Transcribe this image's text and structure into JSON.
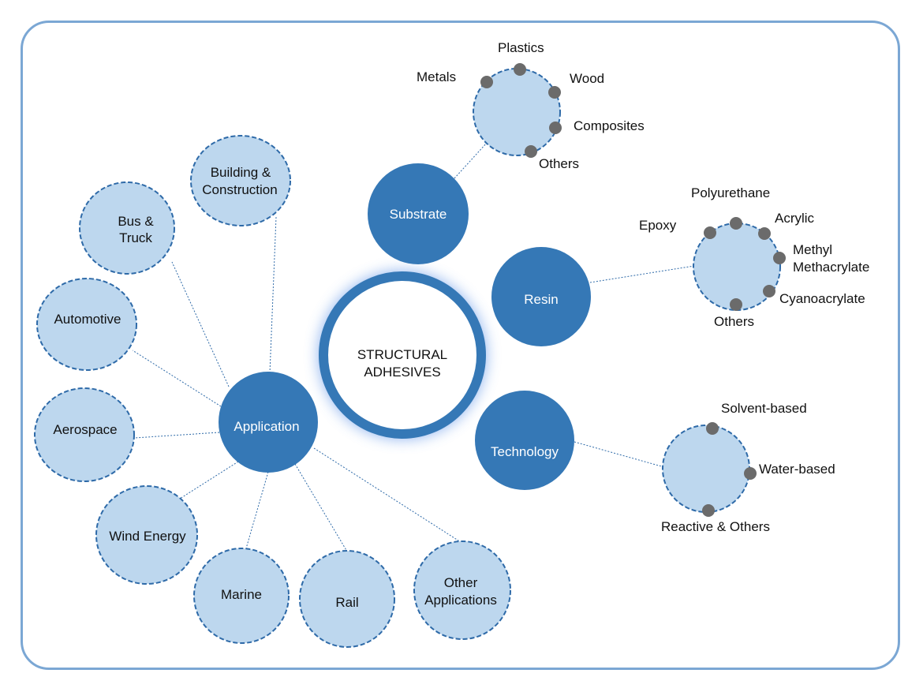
{
  "title": "STRUCTURAL ADHESIVES",
  "title_lines": [
    "STRUCTURAL",
    "ADHESIVES"
  ],
  "colors": {
    "primary": "#3578b6",
    "light": "#bdd7ee",
    "dash": "#2e6aa8",
    "dot": "#6b6b6b",
    "frame": "#7ba7d4"
  },
  "segments": {
    "substrate": {
      "label": "Substrate",
      "items": [
        "Metals",
        "Plastics",
        "Wood",
        "Composites",
        "Others"
      ]
    },
    "resin": {
      "label": "Resin",
      "items": [
        "Epoxy",
        "Polyurethane",
        "Acrylic",
        "Methyl Methacrylate",
        "Cyanoacrylate",
        "Others"
      ]
    },
    "technology": {
      "label": "Technology",
      "items": [
        "Solvent-based",
        "Water-based",
        "Reactive & Others"
      ]
    },
    "application": {
      "label": "Application",
      "items": [
        "Building & Construction",
        "Bus & Truck",
        "Automotive",
        "Aerospace",
        "Wind Energy",
        "Marine",
        "Rail",
        "Other Applications"
      ]
    }
  },
  "labels": {
    "metals": "Metals",
    "plastics": "Plastics",
    "wood": "Wood",
    "composites": "Composites",
    "substrate_others": "Others",
    "epoxy": "Epoxy",
    "polyurethane": "Polyurethane",
    "acrylic": "Acrylic",
    "mma_1": "Methyl",
    "mma_2": "Methacrylate",
    "cyanoacrylate": "Cyanoacrylate",
    "resin_others": "Others",
    "solvent": "Solvent-based",
    "water": "Water-based",
    "reactive": "Reactive & Others",
    "building_1": "Building &",
    "building_2": "Construction",
    "bus_1": "Bus &",
    "bus_2": "Truck",
    "automotive": "Automotive",
    "aerospace": "Aerospace",
    "wind": "Wind Energy",
    "marine": "Marine",
    "rail": "Rail",
    "other_1": "Other",
    "other_2": "Applications"
  }
}
